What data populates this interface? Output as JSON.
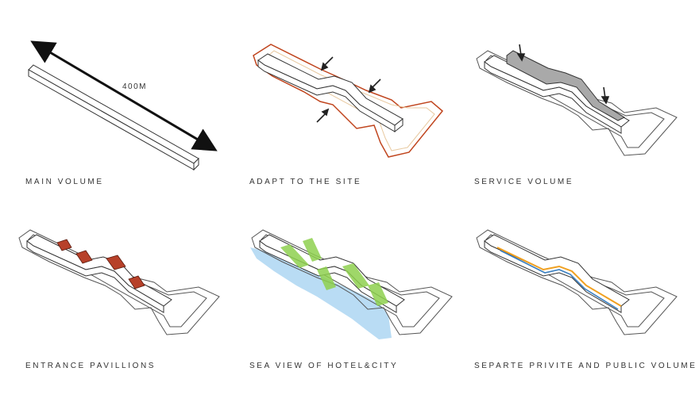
{
  "panels": [
    {
      "caption": "MAIN VOLUME",
      "dimension_label": "400M"
    },
    {
      "caption": "ADAPT TO THE SITE"
    },
    {
      "caption": "SERVICE VOLUME"
    },
    {
      "caption": "ENTRANCE PAVILLIONS"
    },
    {
      "caption": "SEA VIEW OF HOTEL&CITY"
    },
    {
      "caption": "SEPARTE PRIVITE AND PUBLIC VOLUME"
    }
  ],
  "colors": {
    "outline": "#333333",
    "site_boundary": "#c0451e",
    "site_boundary_inner": "#e8c9a0",
    "service_volume": "#a9a9a9",
    "pavilion": "#b7412a",
    "sea": "#b9dcf4",
    "greenery": "#8fd14f",
    "public_path": "#f0a020",
    "private_path": "#3a7fc0"
  }
}
